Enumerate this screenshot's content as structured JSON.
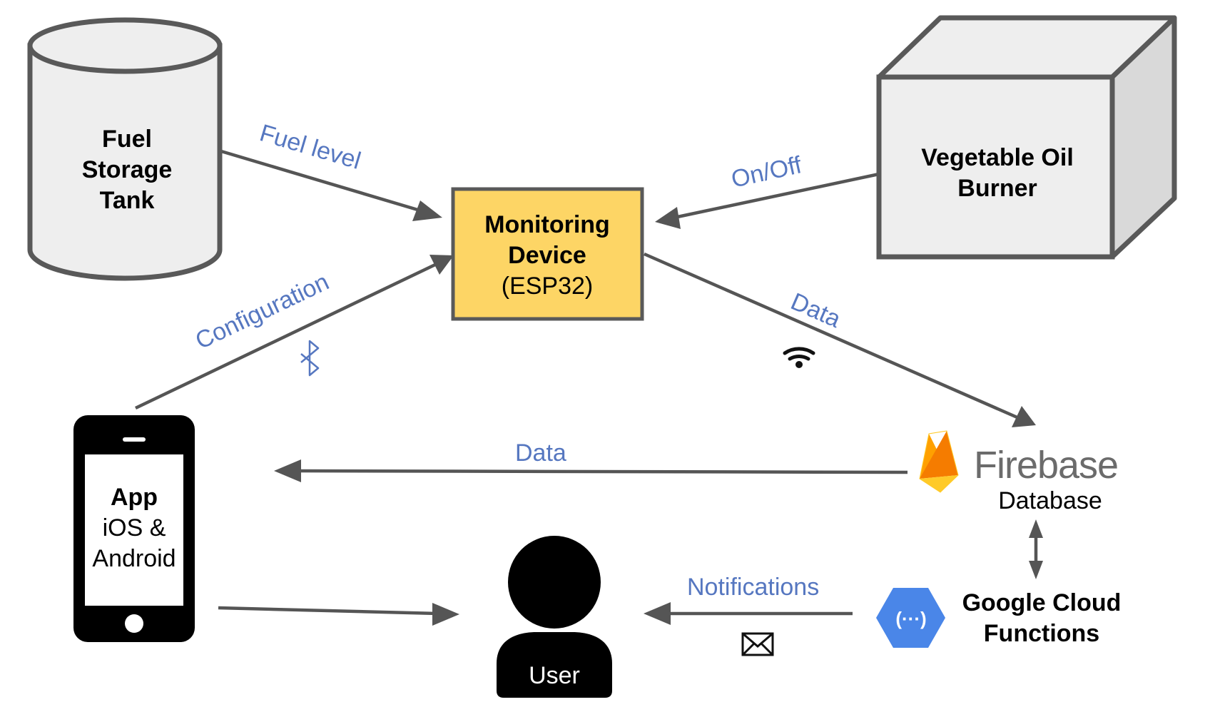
{
  "nodes": {
    "fuel_tank": {
      "lines": [
        "Fuel",
        "Storage",
        "Tank"
      ]
    },
    "monitoring_device": {
      "title_lines": [
        "Monitoring",
        "Device"
      ],
      "subtitle": "(ESP32)"
    },
    "burner": {
      "lines": [
        "Vegetable Oil",
        "Burner"
      ]
    },
    "app": {
      "title": "App",
      "sub_lines": [
        "iOS &",
        "Android"
      ]
    },
    "firebase": {
      "brand": "Firebase",
      "caption": "Database"
    },
    "cloud_functions": {
      "lines": [
        "Google Cloud",
        "Functions"
      ]
    },
    "user": {
      "label": "User"
    }
  },
  "edges": {
    "fuel_level": "Fuel level",
    "on_off": "On/Off",
    "configuration": "Configuration",
    "data_to_firebase": "Data",
    "data_to_app": "Data",
    "notifications": "Notifications"
  },
  "icons": {
    "bluetooth": "bluetooth-icon",
    "wifi": "wifi-icon",
    "envelope": "envelope-icon",
    "firebase": "firebase-flame-icon",
    "cloud_functions": "cloud-functions-hexagon-icon",
    "user": "user-silhouette-icon",
    "phone": "smartphone-icon"
  },
  "colors": {
    "device_fill": "#fdd565",
    "edge_label": "#5677c0",
    "edge_line": "#555555",
    "shape_fill": "#eeeeee",
    "shape_stroke": "#595959",
    "gcp_blue": "#4a86e8"
  }
}
